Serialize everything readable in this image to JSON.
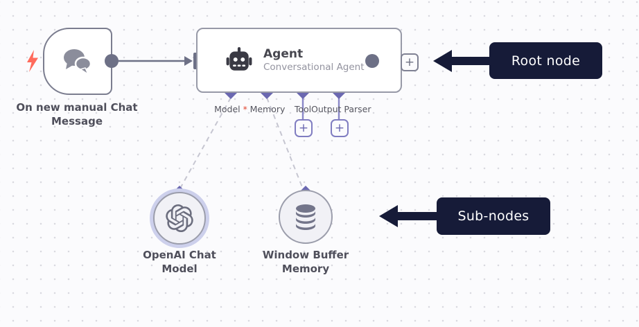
{
  "canvas": {
    "background": "#fbfbfd",
    "dot_color": "#d9d9e0"
  },
  "nodes": {
    "trigger": {
      "name": "On new manual Chat Message"
    },
    "agent": {
      "title": "Agent",
      "subtitle": "Conversational Agent",
      "ports": [
        {
          "label": "Model",
          "required_mark": " *"
        },
        {
          "label": "Memory",
          "required_mark": ""
        },
        {
          "label": "Tool",
          "required_mark": ""
        },
        {
          "label": "Output Parser",
          "required_mark": ""
        }
      ]
    },
    "openai_chat_model": {
      "name": "OpenAI Chat Model"
    },
    "window_buffer_memory": {
      "name": "Window Buffer Memory"
    }
  },
  "buttons": {
    "add_node_plus": "+"
  },
  "annotations": {
    "root_node": {
      "label": "Root node",
      "color": "#161b38"
    },
    "sub_nodes": {
      "label": "Sub-nodes",
      "color": "#161b38"
    }
  },
  "colors": {
    "connector_gray": "#6d7086",
    "port_purple": "#6b68b1",
    "dashed_gray": "#c6c6d1",
    "trigger_bolt": "#ff6b5c",
    "required_red": "#e0432e"
  }
}
